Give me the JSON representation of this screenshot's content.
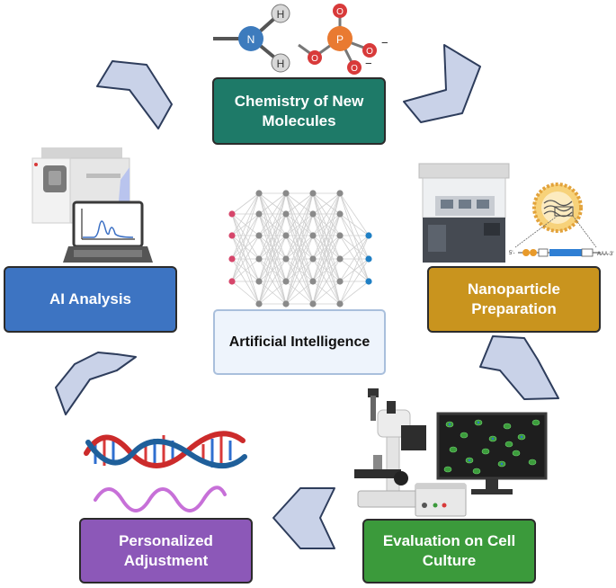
{
  "center": {
    "label": "Artificial Intelligence"
  },
  "steps": {
    "chemistry": {
      "line1": "Chemistry of New",
      "line2": "Molecules"
    },
    "nanoparticle": {
      "line1": "Nanoparticle",
      "line2": "Preparation"
    },
    "cell": {
      "line1": "Evaluation on Cell",
      "line2": "Culture"
    },
    "personalized": {
      "line1": "Personalized",
      "line2": "Adjustment"
    },
    "ai_analysis": {
      "line1": "AI Analysis"
    }
  },
  "molecule": {
    "n": "N",
    "h": "H",
    "p": "P",
    "o": "O",
    "minus": "−"
  },
  "mrna": {
    "five_prime": "5'-",
    "tail": "AAA-3'"
  },
  "colors": {
    "chemistry": "#1e7a68",
    "nanoparticle": "#c9941e",
    "cell": "#3b9a3b",
    "personalized": "#8c58b8",
    "ai_analysis": "#3d74c2",
    "arrow_fill": "#c9d2e8",
    "arrow_stroke": "#2e3d5c"
  }
}
